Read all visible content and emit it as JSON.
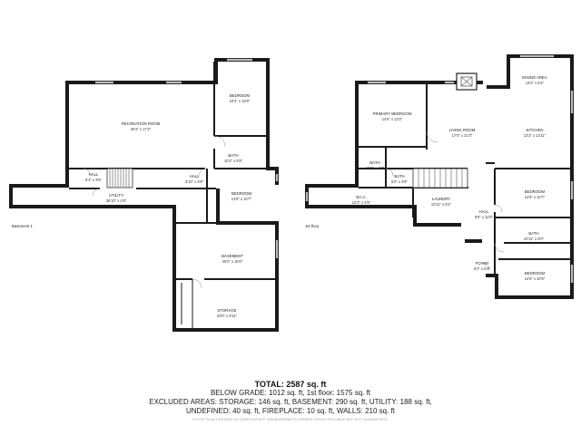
{
  "floors": [
    {
      "label": "Basement 1",
      "rooms": [
        {
          "name": "RECREATION ROOM",
          "dims": "30'2\" x 17'2\""
        },
        {
          "name": "BEDROOM",
          "dims": "10'2\" x 16'5\""
        },
        {
          "name": "BATH",
          "dims": "10'2\" x 5'8\""
        },
        {
          "name": "HALL",
          "dims": "5'4\" x 3'8\""
        },
        {
          "name": "HALL",
          "dims": "3'10\" x 3'8\""
        },
        {
          "name": "UTILITY",
          "dims": "38'10\" x 4'9\""
        },
        {
          "name": "BEDROOM",
          "dims": "14'6\" x 10'7\""
        },
        {
          "name": "BASEMENT",
          "dims": "20'0\" x 16'0\""
        },
        {
          "name": "STORAGE",
          "dims": "20'0\" x 9'11\""
        }
      ]
    },
    {
      "label": "1st floor",
      "rooms": [
        {
          "name": "DINING AREA",
          "dims": "13'2\" x 9'4\""
        },
        {
          "name": "PRIMARY BEDROOM",
          "dims": "14'6\" x 13'2\""
        },
        {
          "name": "LIVING ROOM",
          "dims": "17'0\" x 21'3\""
        },
        {
          "name": "KITCHEN",
          "dims": "13'2\" x 12'11\""
        },
        {
          "name": "BATH",
          "dims": "10'8\" x 4'8\""
        },
        {
          "name": "BATH",
          "dims": "5'0\" x 3'8\""
        },
        {
          "name": "W.I.C.",
          "dims": "22'2\" x 4'9\""
        },
        {
          "name": "LAUNDRY",
          "dims": "10'11\" x 6'2\""
        },
        {
          "name": "HALL",
          "dims": "8'9\" x 12'5\""
        },
        {
          "name": "BEDROOM",
          "dims": "14'6\" x 10'7\""
        },
        {
          "name": "BATH",
          "dims": "10'11\" x 5'0\""
        },
        {
          "name": "FOYER",
          "dims": "5'2\" x 6'8\""
        },
        {
          "name": "BEDROOM",
          "dims": "14'6\" x 10'6\""
        }
      ]
    }
  ],
  "summary": {
    "total": "TOTAL: 2587 sq. ft",
    "lines": [
      "BELOW GRADE: 1012 sq. ft, 1st floor: 1575 sq. ft",
      "EXCLUDED AREAS: STORAGE: 146 sq. ft, BASEMENT: 290 sq. ft, UTILITY: 188 sq. ft,",
      "UNDEFINED: 40 sq. ft, FIREPLACE: 10 sq. ft, WALLS: 210 sq. ft"
    ],
    "disclaimer": "FLOOR PLAN CREATED BY CUBICASA APP. MEASUREMENTS DEEMED HIGHLY RELIABLE BUT NOT GUARANTEED."
  },
  "colors": {
    "wall": "#1a1a1a",
    "window": "#bdbdbd",
    "background": "#ffffff"
  }
}
